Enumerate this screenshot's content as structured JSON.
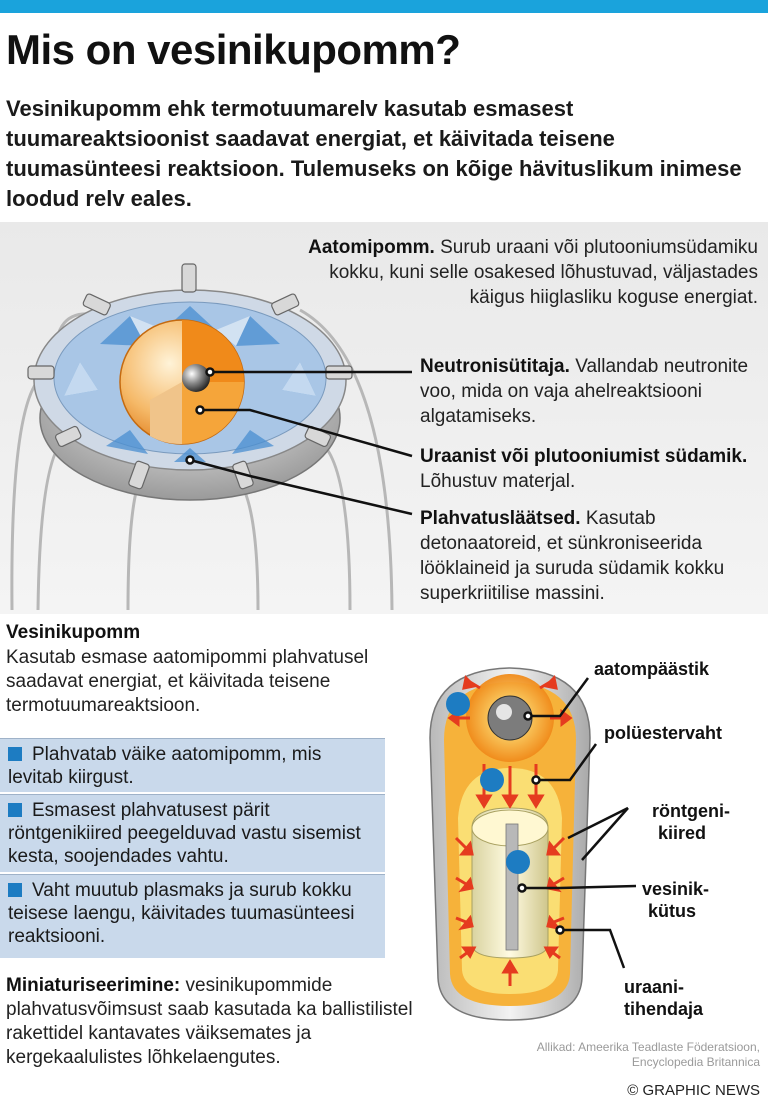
{
  "header": {
    "title": "Mis on vesinikupomm?",
    "intro": "Vesinikupomm ehk termotuumarelv kasutab esmasest tuumareaktsioonist saadavat energiat, et käivitada teisene tuumasünteesi reaktsioon. Tulemuseks on kõige hävituslikum inimese loodud relv eales."
  },
  "atomic_bomb": {
    "title": "Aatomipomm.",
    "text": "Surub uraani või plutooniumsüdamiku kokku, kuni selle osakesed lõhustuvad, väljastades käigus hiiglasliku koguse energiat.",
    "neutron_title": "Neutronisütitaja.",
    "neutron_text": "Vallandab neutronite voo, mida on vaja ahelreaktsiooni algatamiseks.",
    "core_title": "Uraanist või plutooniumist südamik.",
    "core_text": "Lõhustuv materjal.",
    "lens_title": "Plahvatusläätsed.",
    "lens_text": "Kasutab detonaatoreid, et sünkroniseerida lööklaineid ja suruda südamik kokku superkriitilise massini."
  },
  "hydrogen_bomb": {
    "title": "Vesinikupomm",
    "text": "Kasutab esmase aatomipommi plahvatusel saadavat energiat, et käivitada teisene termotuumareaktsioon.",
    "steps": [
      "Plahvatab väike aatomipomm, mis levitab kiirgust.",
      "Esmasest plahvatusest pärit röntgenikiired peegelduvad vastu sisemist kesta, soojendades vahtu.",
      "Vaht muutub plasmaks ja surub kokku teisese laengu, käivitades tuumasünteesi reaktsiooni."
    ],
    "labels": {
      "trigger": "aatompäästik",
      "foam": "polüestervaht",
      "xray_1": "röntgeni-",
      "xray_2": "kiired",
      "fuel_1": "vesinik-",
      "fuel_2": "kütus",
      "tamper_1": "uraani-",
      "tamper_2": "tihendaja"
    }
  },
  "miniaturization": {
    "title": "Miniaturiseerimine:",
    "text": "vesinikupommide plahvatusvõimsust saab kasutada ka ballistilistel rakettidel kantavates väiksemates ja kergekaalulistes lõhkelaengutes."
  },
  "footer": {
    "source": "Allikad: Ameerika Teadlaste Föderatsioon, Encyclopedia Britannica",
    "credit": "© GRAPHIC NEWS"
  },
  "colors": {
    "accent_bar": "#1aa3dc",
    "step_bg": "#c9d9eb",
    "step_marker": "#1d7cc2",
    "foam": "#f6b23a",
    "arrows": "#e53b1f"
  }
}
